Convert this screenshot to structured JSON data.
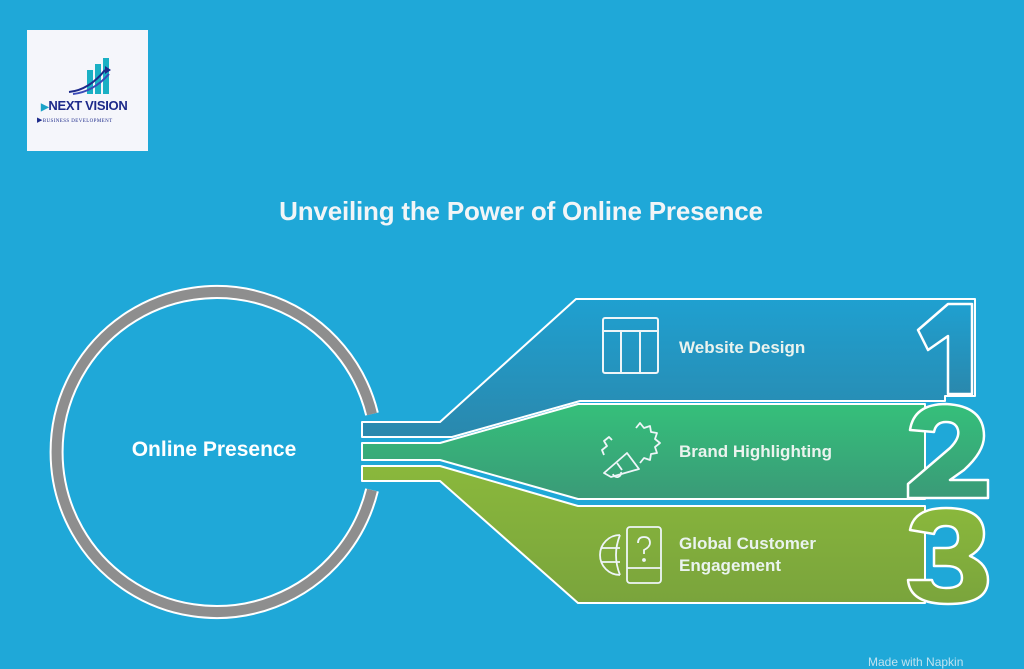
{
  "logo": {
    "name": "NEXT VISION",
    "tagline": "BUSINESS DEVELOPMENT",
    "icon": "rising-bar-chart-icon"
  },
  "title": "Unveiling the Power of Online Presence",
  "center": {
    "label": "Online Presence"
  },
  "items": [
    {
      "number": "1",
      "label": "Website Design",
      "icon": "layout-template-icon",
      "color_top": "#1fa0d0",
      "color_bottom": "#2a88ad"
    },
    {
      "number": "2",
      "label": "Brand Highlighting",
      "icon": "megaphone-badge-icon",
      "color_top": "#35c07a",
      "color_bottom": "#3a9a78"
    },
    {
      "number": "3",
      "label": "Global Customer Engagement",
      "label_lines": [
        "Global Customer",
        "Engagement"
      ],
      "icon": "globe-phone-question-icon",
      "color_top": "#8ab83c",
      "color_bottom": "#7aa43c"
    }
  ],
  "footer": "Made with Napkin",
  "colors": {
    "background": "#1fa8d8",
    "ring": "#8e8e8e",
    "outline": "#ffffff"
  }
}
